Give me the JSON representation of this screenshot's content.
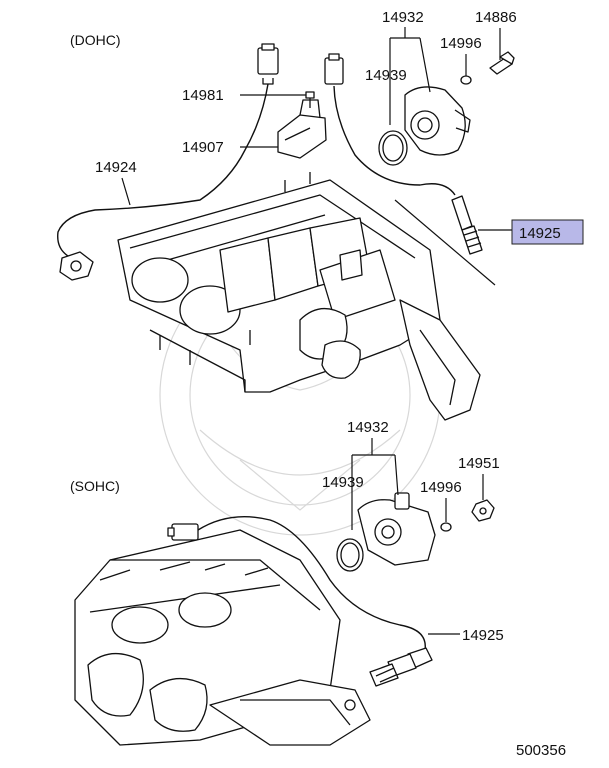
{
  "sections": {
    "dohc": "(DOHC)",
    "sohc": "(SOHC)"
  },
  "labels": {
    "dohc_14932": "14932",
    "dohc_14886": "14886",
    "dohc_14996": "14996",
    "dohc_14939": "14939",
    "dohc_14981": "14981",
    "dohc_14907": "14907",
    "dohc_14924": "14924",
    "dohc_14925": "14925",
    "sohc_14932": "14932",
    "sohc_14951": "14951",
    "sohc_14939": "14939",
    "sohc_14996": "14996",
    "sohc_14925": "14925"
  },
  "diagram_id": "500356",
  "colors": {
    "highlight": "#b8b8e8",
    "line": "#111111"
  }
}
